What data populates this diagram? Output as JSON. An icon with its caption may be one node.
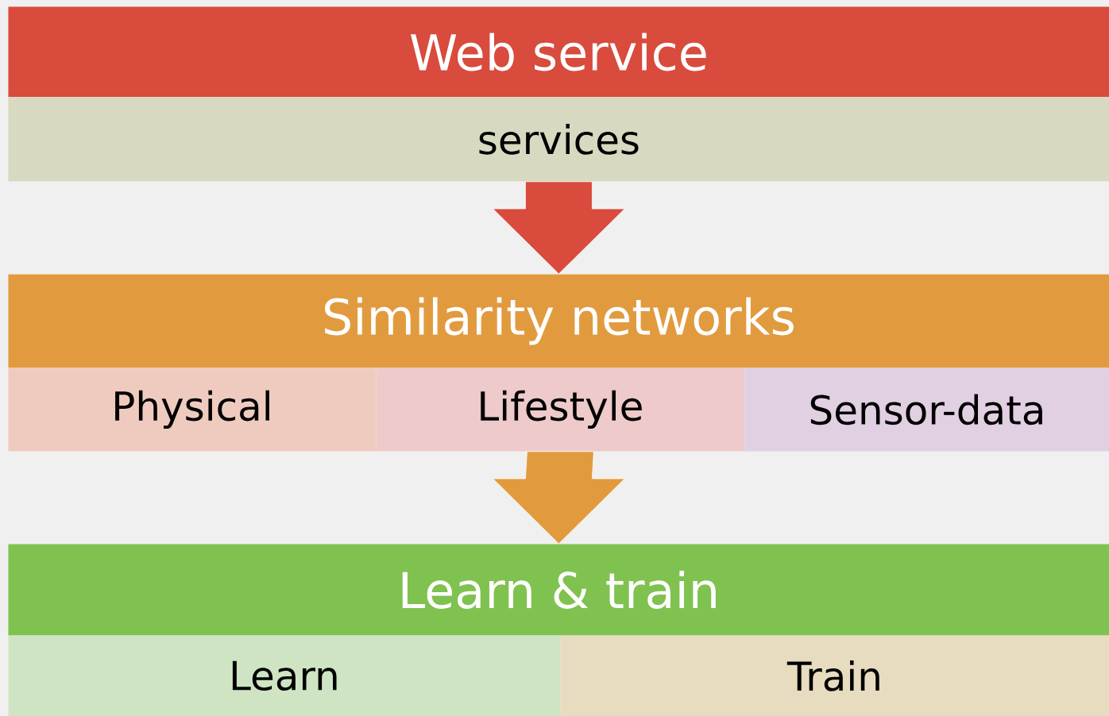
{
  "diagram": {
    "nodes": [
      {
        "text": [
          "Web service"
        ]
      },
      {
        "text": [
          "services"
        ]
      },
      {
        "text": [
          "Similarity networks"
        ]
      },
      {
        "text": [
          "Physical"
        ]
      },
      {
        "text": [
          "Lifestyle"
        ]
      },
      {
        "text": [
          "Sensor-data"
        ]
      },
      {
        "text": [
          "Learn & train"
        ]
      },
      {
        "text": [
          "Learn"
        ]
      },
      {
        "text": [
          "Train"
        ]
      }
    ],
    "edges": [
      {
        "from": 1,
        "to": 2,
        "arrow": "to",
        "color": "#d84b3d"
      },
      {
        "from": 4,
        "to": 6,
        "arrow": "to",
        "color": "#e19b3e"
      }
    ]
  }
}
